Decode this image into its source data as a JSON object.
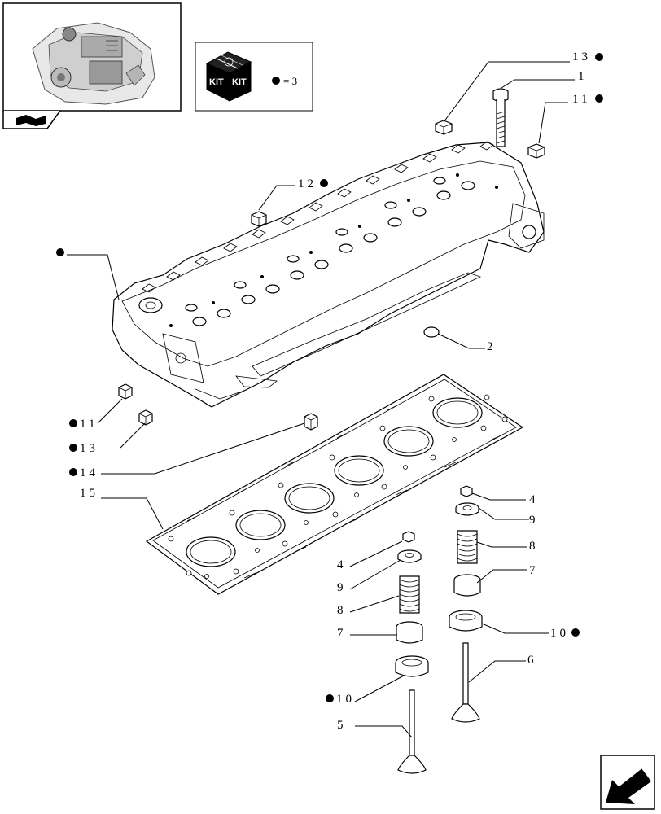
{
  "kit_legend": {
    "kit_label_left": "KIT",
    "kit_label_right": "KIT",
    "equals_text": "= 3"
  },
  "callouts": [
    {
      "id": "c13a",
      "num": "13",
      "dot": true
    },
    {
      "id": "c1",
      "num": "1",
      "dot": false
    },
    {
      "id": "c11a",
      "num": "11",
      "dot": true
    },
    {
      "id": "c12",
      "num": "12",
      "dot": true
    },
    {
      "id": "c2",
      "num": "2",
      "dot": false
    },
    {
      "id": "c11b",
      "num": "11",
      "dot": true
    },
    {
      "id": "c13b",
      "num": "13",
      "dot": true
    },
    {
      "id": "c14",
      "num": "14",
      "dot": true
    },
    {
      "id": "c15",
      "num": "15",
      "dot": false
    },
    {
      "id": "c4a",
      "num": "4",
      "dot": false
    },
    {
      "id": "c9a",
      "num": "9",
      "dot": false
    },
    {
      "id": "c8a",
      "num": "8",
      "dot": false
    },
    {
      "id": "c7a",
      "num": "7",
      "dot": false
    },
    {
      "id": "c10a",
      "num": "10",
      "dot": true
    },
    {
      "id": "c6",
      "num": "6",
      "dot": false
    },
    {
      "id": "c4b",
      "num": "4",
      "dot": false
    },
    {
      "id": "c9b",
      "num": "9",
      "dot": false
    },
    {
      "id": "c8b",
      "num": "8",
      "dot": false
    },
    {
      "id": "c7b",
      "num": "7",
      "dot": false
    },
    {
      "id": "c10b",
      "num": "10",
      "dot": true
    },
    {
      "id": "c5",
      "num": "5",
      "dot": false
    }
  ]
}
